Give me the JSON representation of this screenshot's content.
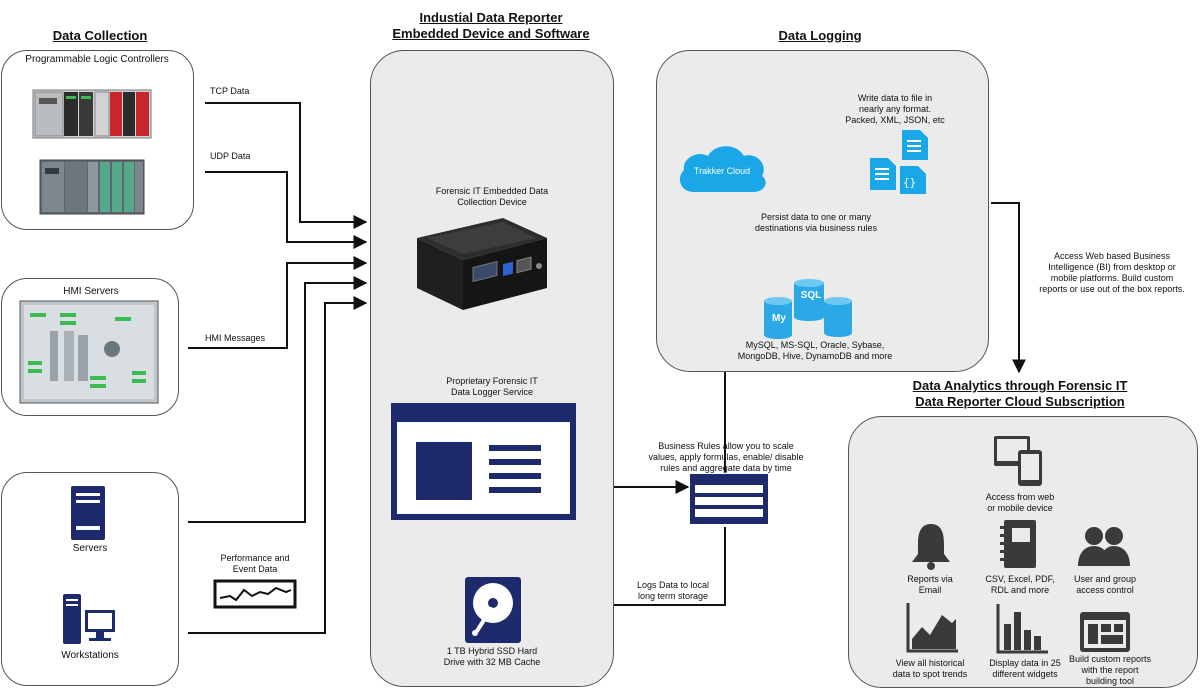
{
  "data_collection": {
    "title": "Data Collection",
    "plc_label": "Programmable Logic Controllers",
    "hmi_label": "HMI Servers",
    "servers_label": "Servers",
    "workstations_label": "Workstations"
  },
  "flows": {
    "tcp": "TCP Data",
    "udp": "UDP Data",
    "hmi": "HMI Messages",
    "perf_line1": "Performance and",
    "perf_line2": "Event Data"
  },
  "reporter": {
    "title_line1": "Industial Data Reporter",
    "title_line2": "Embedded Device and Software",
    "device_line1": "Forensic IT Embedded Data",
    "device_line2": "Collection Device",
    "service_line1": "Proprietary Forensic IT",
    "service_line2": "Data Logger Service",
    "drive_line1": "1 TB Hybrid SSD Hard",
    "drive_line2": "Drive with 32 MB Cache"
  },
  "business_rules": {
    "line1": "Business Rules allow you to scale",
    "line2": "values, apply formulas, enable/ disable",
    "line3": "rules and aggregate data by time"
  },
  "logs_local": {
    "line1": "Logs Data to local",
    "line2": "long term storage"
  },
  "data_logging": {
    "title": "Data Logging",
    "cloud_label": "Trakker Cloud",
    "write_line1": "Write data to file in",
    "write_line2": "nearly any format.",
    "write_line3": "Packed, XML, JSON, etc",
    "persist_line1": "Persist data to one or many",
    "persist_line2": "destinations via business rules",
    "db_line1": "MySQL, MS-SQL, Oracle, Sybase,",
    "db_line2": "MongoDB, Hive, DynamoDB and more",
    "sql_text": "SQL",
    "my_text": "My"
  },
  "access_web": {
    "line1": "Access Web based Business",
    "line2": "Intelligence (BI) from desktop or",
    "line3": "mobile platforms. Build custom",
    "line4": "reports or use out of the box reports."
  },
  "analytics": {
    "title_line1": "Data Analytics through Forensic IT",
    "title_line2": "Data Reporter Cloud Subscription",
    "access_line1": "Access from web",
    "access_line2": "or mobile device",
    "reports_line1": "Reports via",
    "reports_line2": "Email",
    "csv_line1": "CSV, Excel, PDF,",
    "csv_line2": "RDL and more",
    "user_line1": "User and group",
    "user_line2": "access control",
    "hist_line1": "View all historical",
    "hist_line2": "data to spot trends",
    "widgets_line1": "Display data in 25",
    "widgets_line2": "different widgets",
    "custom_line1": "Build custom reports",
    "custom_line2": "with the report",
    "custom_line3": "building tool"
  },
  "colors": {
    "navy": "#1d2a6b",
    "cloud_blue": "#1aa7e8",
    "db_blue": "#2aa9e6",
    "icon_dark": "#3a3a3a",
    "panel_grey": "#ebebeb"
  }
}
